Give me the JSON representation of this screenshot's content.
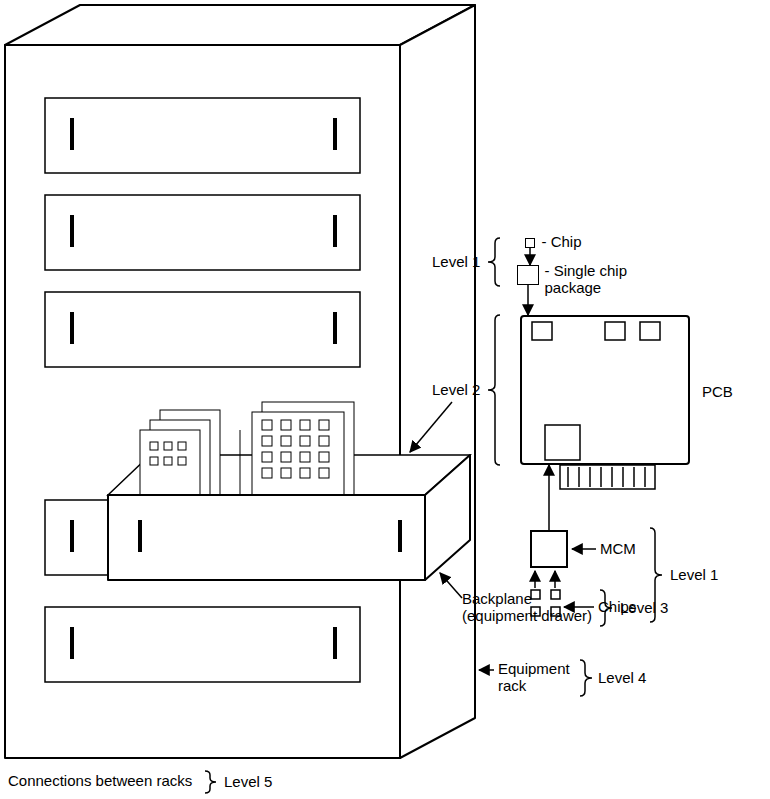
{
  "diagram": {
    "nodes": [
      {
        "text": [
          "- Chip"
        ]
      },
      {
        "text": [
          "- Single chip package"
        ]
      },
      {
        "text": [
          "PCB"
        ]
      },
      {
        "text": [
          "MCM"
        ]
      }
    ],
    "edges": [
      {
        "from": 0,
        "to": 1,
        "arrow": "to"
      },
      {
        "from": 1,
        "to": 2,
        "arrow": "to"
      },
      {
        "from": 3,
        "to": 2,
        "arrow": "to"
      }
    ],
    "labels": [
      "Level 1",
      "Level 2",
      "Chips",
      "Level 1",
      "Backplane (equipment drawer)",
      "Level 3",
      "Equipment rack",
      "Level 4",
      "Connections between racks",
      "Level 5"
    ]
  }
}
